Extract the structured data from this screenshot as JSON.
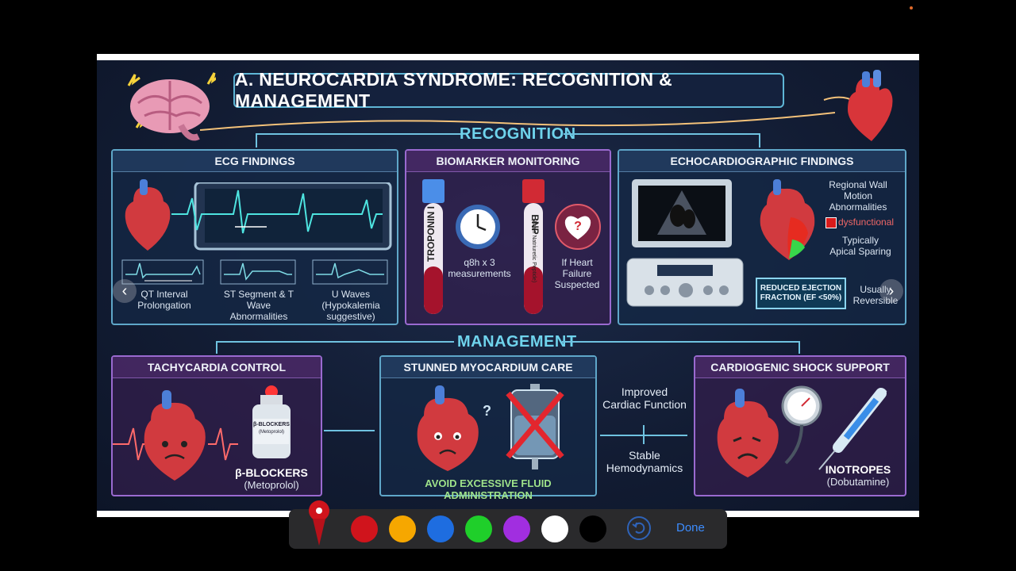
{
  "slide": {
    "title": "A. NEUROCARDIA SYNDROME: RECOGNITION & MANAGEMENT",
    "recognition_label": "RECOGNITION",
    "management_label": "MANAGEMENT",
    "ecg": {
      "title": "ECG FINDINGS",
      "items": [
        "QT Interval Prolongation",
        "ST Segment & T Wave Abnormalities",
        "U Waves (Hypokalemia suggestive)"
      ]
    },
    "biomarker": {
      "title": "BIOMARKER MONITORING",
      "tube1_label": "TROPONIN I",
      "clock_caption": "q8h x 3 measurements",
      "tube2_label": "BNP",
      "tube2_sub": "(Brain Natriuretic Peptide)",
      "heart_caption": "If Heart Failure Suspected"
    },
    "echo": {
      "title": "ECHOCARDIOGRAPHIC FINDINGS",
      "wall_motion": "Regional Wall Motion Abnormalities",
      "legend_dysfunctional": "dysfunctional",
      "apical": "Typically Apical Sparing",
      "ef_box": "REDUCED EJECTION FRACTION (EF <50%)",
      "reversible": "Usually Reversible"
    },
    "tachy": {
      "title": "TACHYCARDIA CONTROL",
      "bottle_label": "β-BLOCKERS",
      "bottle_sub": "(Metoprolol)",
      "caption": "β-BLOCKERS",
      "caption_sub": "(Metoprolol)"
    },
    "stunned": {
      "title": "STUNNED MYOCARDIUM CARE",
      "caption": "AVOID EXCESSIVE FLUID ADMINISTRATION"
    },
    "middle": {
      "top": "Improved Cardiac Function",
      "bottom": "Stable Hemodynamics"
    },
    "shock": {
      "title": "CARDIOGENIC SHOCK SUPPORT",
      "caption": "INOTROPES",
      "caption_sub": "(Dobutamine)"
    }
  },
  "nav": {
    "prev": "‹",
    "next": "›"
  },
  "toolbar": {
    "colors": [
      "#d0141c",
      "#f6a700",
      "#1e6de0",
      "#1fcf2a",
      "#a12ee0",
      "#ffffff",
      "#000000"
    ],
    "done_label": "Done",
    "pen_color": "#d0141c"
  }
}
